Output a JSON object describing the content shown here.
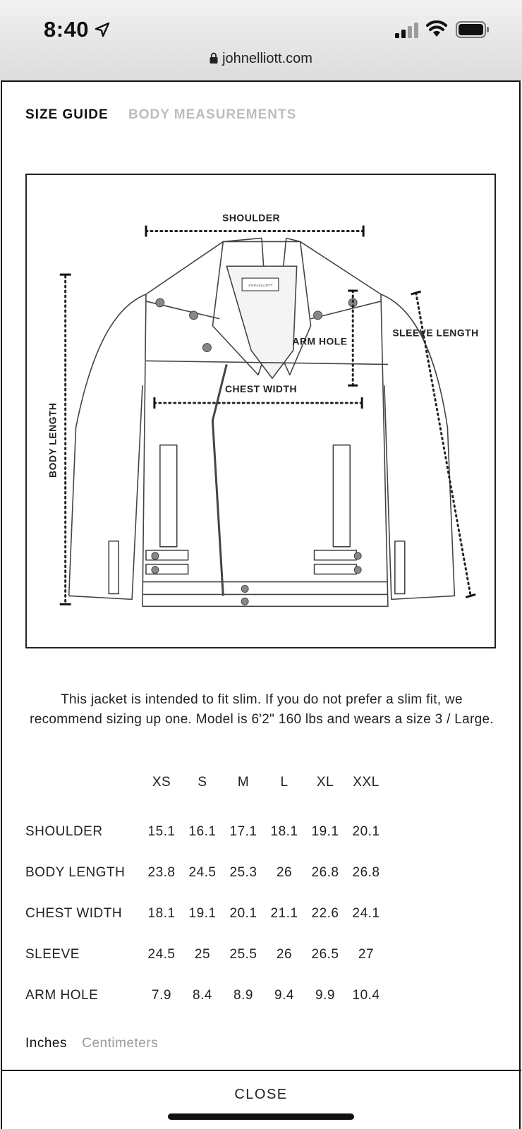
{
  "status_bar": {
    "time": "8:40",
    "url": "johnelliott.com"
  },
  "tabs": [
    {
      "label": "SIZE GUIDE",
      "active": true
    },
    {
      "label": "BODY MEASUREMENTS",
      "active": false
    }
  ],
  "diagram": {
    "labels": {
      "shoulder": "SHOULDER",
      "sleeve_length": "SLEEVE LENGTH",
      "arm_hole": "ARM HOLE",
      "chest_width": "CHEST WIDTH",
      "body_length": "BODY LENGTH"
    },
    "tag_text": "JOHN ELLIOTT"
  },
  "note": "This jacket is intended to fit slim. If you do not prefer a slim fit, we recommend sizing up one. Model is 6'2\" 160 lbs and wears a size 3 / Large.",
  "size_table": {
    "columns": [
      "XS",
      "S",
      "M",
      "L",
      "XL",
      "XXL"
    ],
    "rows": [
      {
        "label": "SHOULDER",
        "values": [
          "15.1",
          "16.1",
          "17.1",
          "18.1",
          "19.1",
          "20.1"
        ]
      },
      {
        "label": "BODY LENGTH",
        "values": [
          "23.8",
          "24.5",
          "25.3",
          "26",
          "26.8",
          "26.8"
        ]
      },
      {
        "label": "CHEST WIDTH",
        "values": [
          "18.1",
          "19.1",
          "20.1",
          "21.1",
          "22.6",
          "24.1"
        ]
      },
      {
        "label": "SLEEVE",
        "values": [
          "24.5",
          "25",
          "25.5",
          "26",
          "26.5",
          "27"
        ]
      },
      {
        "label": "ARM HOLE",
        "values": [
          "7.9",
          "8.4",
          "8.9",
          "9.4",
          "9.9",
          "10.4"
        ]
      }
    ]
  },
  "units": [
    {
      "label": "Inches",
      "active": true
    },
    {
      "label": "Centimeters",
      "active": false
    }
  ],
  "close_label": "CLOSE"
}
